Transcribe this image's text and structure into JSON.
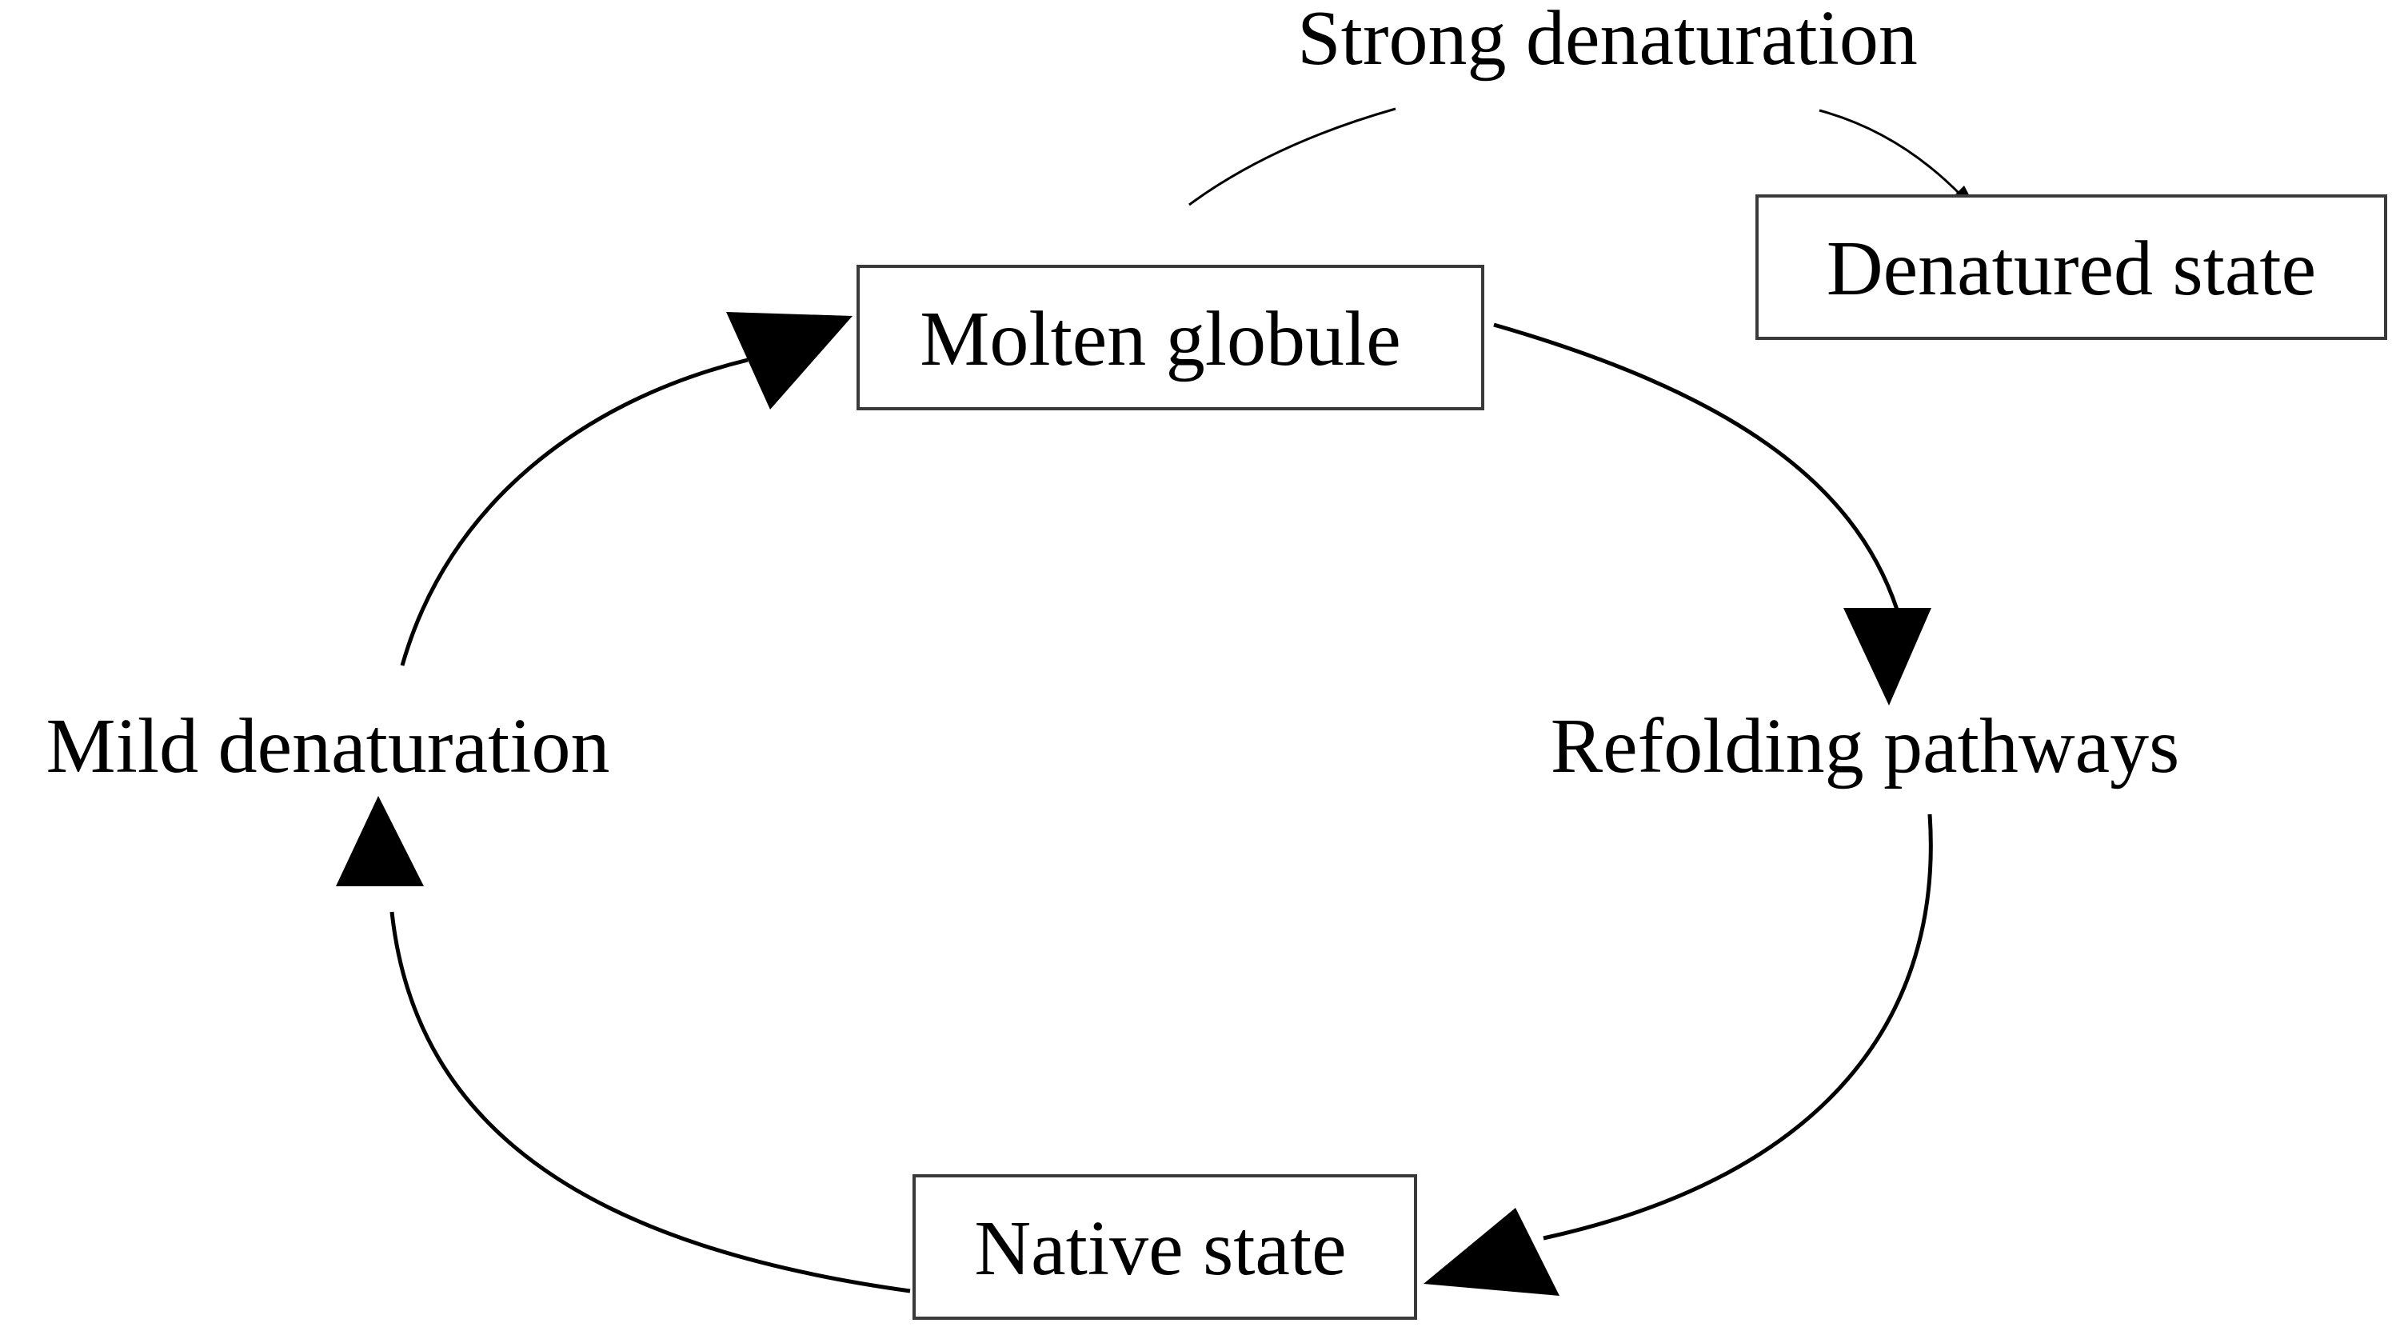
{
  "diagram": {
    "labels": {
      "strong_denaturation": "Strong denaturation",
      "denatured_state": "Denatured state",
      "molten_globule": "Molten globule",
      "mild_denaturation": "Mild denaturation",
      "refolding_pathways": "Refolding pathways",
      "native_state": "Native state"
    },
    "colors": {
      "lines": "#000000",
      "box_border": "#3a3a3a",
      "background": "#ffffff"
    }
  }
}
